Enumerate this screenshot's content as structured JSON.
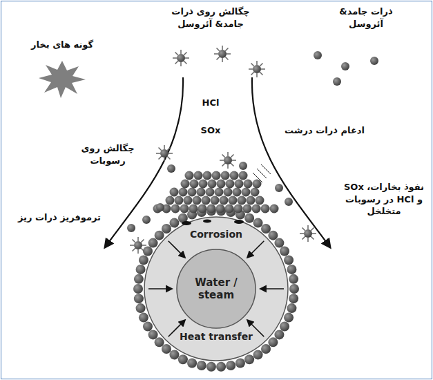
{
  "diagram": {
    "nodes": [
      {
        "text": [
          "Corrosion",
          "Heat transfer"
        ]
      },
      {
        "text": [
          "Water / steam"
        ],
        "in": 0
      }
    ],
    "labels": [
      "گونه های بخار",
      "چگالش روی ذرات جامد& آئروسل",
      "ذرات جامد& آئروسل",
      "HCl",
      "SOx",
      "چگالش روی رسوبات",
      "ادغام ذرات درشت",
      "ترموفریز ذرات ریز",
      "نفوذ بخارات، SOx و HCl در رسوبات متخلخل"
    ]
  }
}
